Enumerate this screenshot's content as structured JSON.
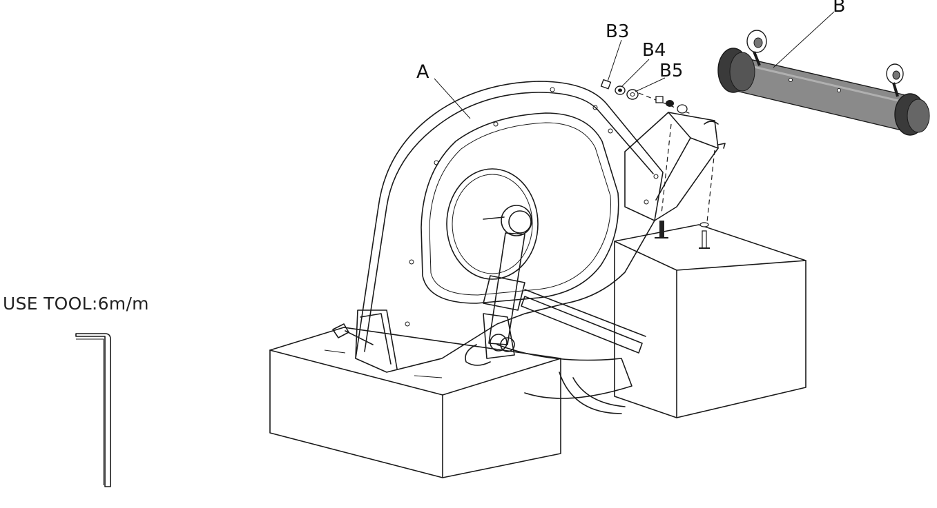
{
  "labels": {
    "a": "A",
    "b": "B",
    "b3": "B3",
    "b4": "B4",
    "b5": "B5"
  },
  "tool": {
    "text": "USE TOOL:6m/m"
  },
  "colors": {
    "line": "#1a1a1a",
    "tube": "#8a8a8a",
    "tube_dark": "#3a3a3a"
  }
}
